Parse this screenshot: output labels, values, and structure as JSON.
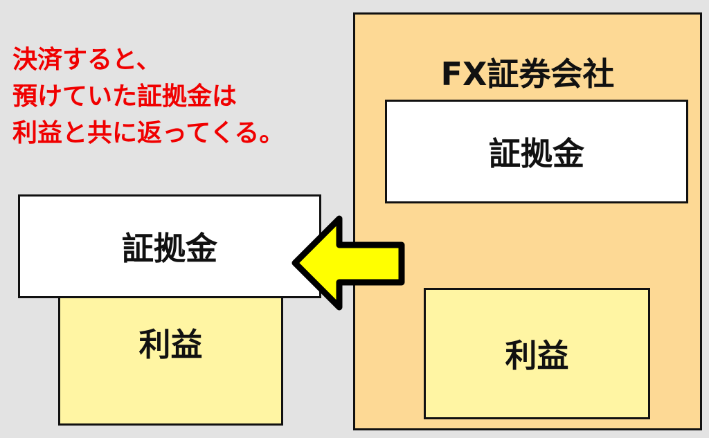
{
  "caption": "決済すると、\n預けていた証拠金は\n利益と共に返ってくる。",
  "company": {
    "title": "FX証券会社",
    "margin": "証拠金",
    "profit": "利益"
  },
  "trader": {
    "margin": "証拠金",
    "profit": "利益"
  },
  "colors": {
    "caption": "#f00000",
    "company_bg": "#fdd995",
    "profit_bg": "#fff5a3",
    "arrow": "#ffff00"
  }
}
